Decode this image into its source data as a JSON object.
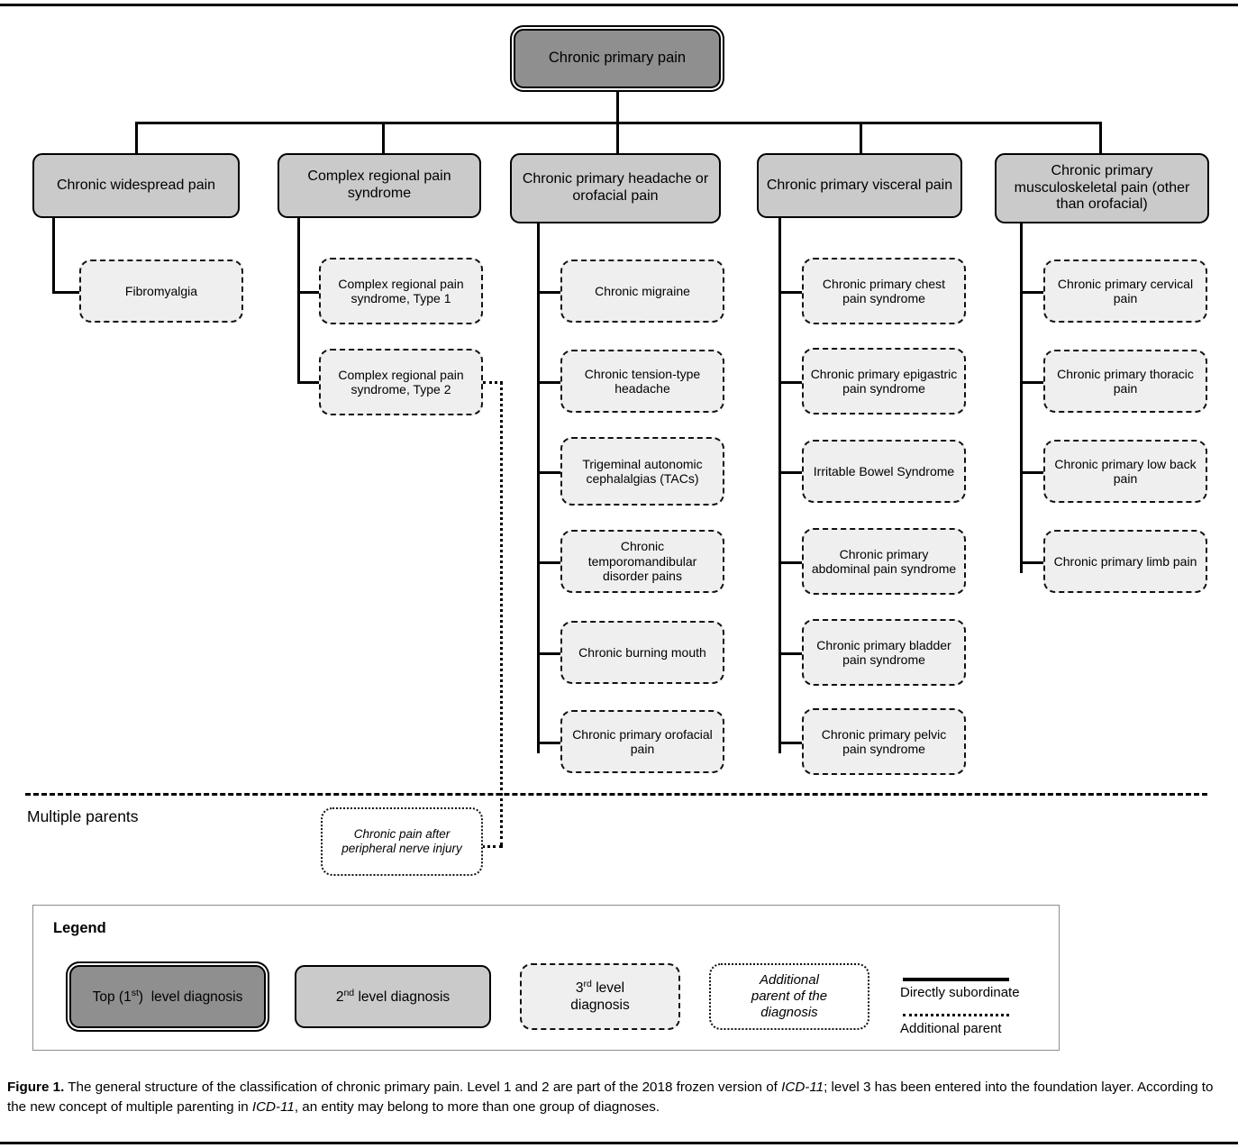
{
  "figure": {
    "root": {
      "label": "Chronic primary pain"
    },
    "columns": [
      {
        "parent": "Chronic widespread pain",
        "children": [
          "Fibromyalgia"
        ]
      },
      {
        "parent": "Complex regional pain syndrome",
        "children": [
          "Complex regional pain syndrome, Type 1",
          "Complex regional pain syndrome, Type 2"
        ]
      },
      {
        "parent": "Chronic primary headache or orofacial pain",
        "children": [
          "Chronic migraine",
          "Chronic tension-type headache",
          "Trigeminal autonomic cephalalgias (TACs)",
          "Chronic temporomandibular disorder pains",
          "Chronic burning mouth",
          "Chronic primary orofacial pain"
        ]
      },
      {
        "parent": "Chronic primary visceral pain",
        "children": [
          "Chronic primary chest pain syndrome",
          "Chronic primary epigastric pain syndrome",
          "Irritable Bowel Syndrome",
          "Chronic primary abdominal pain syndrome",
          "Chronic primary bladder pain syndrome",
          "Chronic primary pelvic pain syndrome"
        ]
      },
      {
        "parent": "Chronic primary musculoskeletal pain (other than orofacial)",
        "children": [
          "Chronic primary cervical pain",
          "Chronic primary thoracic pain",
          "Chronic primary low back pain",
          "Chronic primary limb pain"
        ]
      }
    ],
    "multiple_parents": {
      "section_label": "Multiple parents",
      "node": "Chronic pain after peripheral nerve injury"
    },
    "legend": {
      "title": "Legend",
      "items": [
        {
          "label_html": "Top (1<sup>st</sup>)&nbsp; level diagnosis",
          "style": "level-1"
        },
        {
          "label_html": "2<sup>nd</sup> level diagnosis",
          "style": "level-2"
        },
        {
          "label_html": "3<sup>rd</sup> level<br>diagnosis",
          "style": "level-3"
        },
        {
          "label_html": "Additional<br>parent of the<br>diagnosis",
          "style": "additional-parent"
        }
      ],
      "line_samples": [
        {
          "label": "Directly subordinate",
          "style": "solid"
        },
        {
          "label": "Additional parent",
          "style": "dotted"
        }
      ]
    },
    "caption": {
      "prefix": "Figure 1.",
      "html": "<b>Figure 1.</b> The general structure of the classification of chronic primary pain. Level 1 and 2 are part of the 2018 frozen version of <i>ICD-11</i>; level 3 has been entered into the foundation layer. According to the new concept of multiple parenting in <i>ICD-11</i>, an entity may belong to more than one group of diagnoses."
    },
    "colors": {
      "level1_fill": "#8f8f8f",
      "level2_fill": "#cacaca",
      "level3_fill": "#efefef",
      "additional_parent_fill": "#ffffff",
      "stroke": "#000000",
      "legend_border": "#8d8d8d"
    }
  }
}
